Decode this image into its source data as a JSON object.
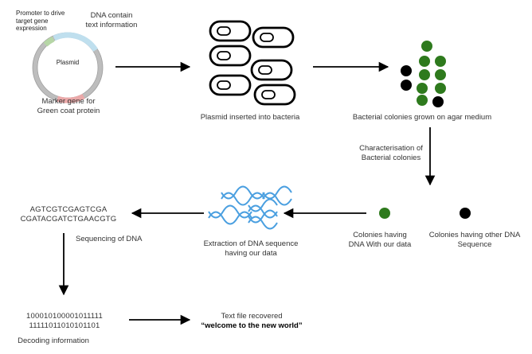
{
  "plasmid": {
    "name": "Plasmid",
    "promoter_label": [
      "Promoter to drive",
      "target gene",
      "expression"
    ],
    "dna_label": [
      "DNA contain",
      "text information"
    ],
    "marker_label": [
      "Marker gene for",
      "Green coat protein"
    ]
  },
  "steps": {
    "bacteria_label": "Plasmid inserted into bacteria",
    "colonies_label": "Bacterial colonies grown on agar medium",
    "characterisation_label": [
      "Characterisation of",
      "Bacterial colonies"
    ],
    "colony_ours_label": [
      "Colonies having",
      "DNA With our data"
    ],
    "colony_other_label": [
      "Colonies having other DNA",
      "Sequence"
    ],
    "extraction_label": [
      "Extraction of DNA sequence",
      "having our data"
    ],
    "sequence_lines": [
      "AGTCGTCGAGTCGA",
      "CGATACGATCTGAACGTG"
    ],
    "sequencing_label": "Sequencing of DNA",
    "binary_lines": [
      "100010100001011111",
      "11111011010101101"
    ],
    "decoding_label": "Decoding information",
    "recovered_label": "Text file recovered",
    "recovered_text": "“welcome to the new world”"
  },
  "colors": {
    "green": "#2e7a1d",
    "black": "#000000",
    "dna_blue": "#4a9fe0",
    "dna_segment": "#bfdfee",
    "promoter_segment": "#b6d6a6",
    "marker_segment": "#eaa9a9",
    "ring": "#bdbdbd"
  }
}
